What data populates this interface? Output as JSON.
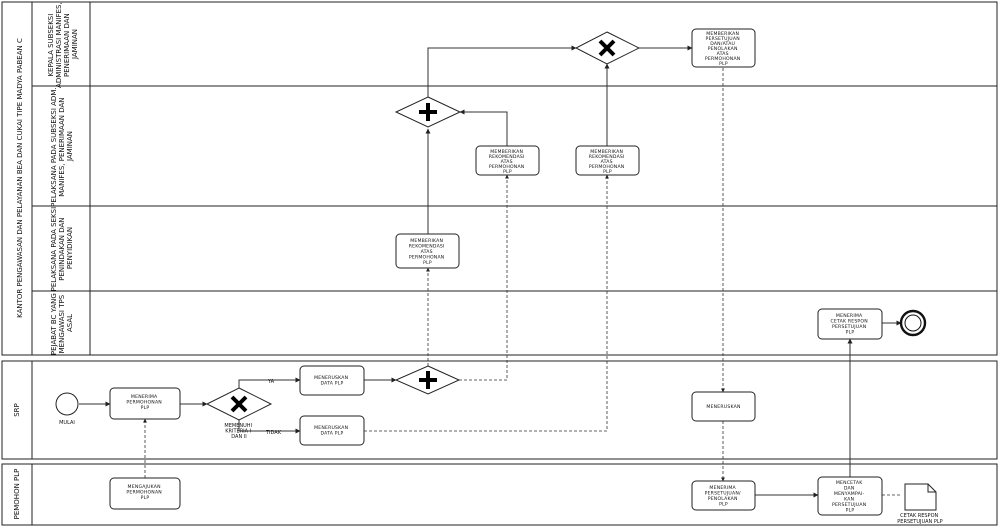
{
  "pools": {
    "kantor": "KANTOR PENGAWASAN DAN PELAYANAN BEA DAN CUKAI TIPE MADYA PABEAN C",
    "srp": "SRP",
    "pemohon": "PEMOHON PLP"
  },
  "lanes": {
    "kepala": [
      "KEPALA SUBSEKSI",
      "ADMINISTRASI MANIFES,",
      "PENERIMAAN DAN",
      "JAMINAN"
    ],
    "pelaksana_adm": [
      "PELAKSANA PADA SUBSEKSI ADM.",
      "MANIFES, PENERIMAAN DAN",
      "JAMINAN"
    ],
    "pelaksana_penindakan": [
      "PELAKSANA PADA SEKSI",
      "PENINDAKAN DAN",
      "PENYIDIKAN"
    ],
    "pejabat": [
      "PEJABAT BC YANG",
      "MENGAWASI TPS",
      "ASAL"
    ]
  },
  "tasks": {
    "kepala_beri": [
      "MEMBERIKAN",
      "PERSETUJUAN",
      "DAN/ATAU",
      "PENOLAKAN",
      "ATAS",
      "PERMOHONAN",
      "PLP"
    ],
    "adm_rek1": [
      "MEMBERIKAN",
      "REKOMENDASI",
      "ATAS",
      "PERMOHONAN",
      "PLP"
    ],
    "adm_rek2": [
      "MEMBERIKAN",
      "REKOMENDASI",
      "ATAS",
      "PERMOHONAN",
      "PLP"
    ],
    "penindakan_rek": [
      "MEMBERIKAN",
      "REKOMENDASI",
      "ATAS",
      "PERMOHONAN",
      "PLP"
    ],
    "pejabat_terima": [
      "MENERIMA",
      "CETAK RESPON",
      "PERSETUJUAN",
      "PLP"
    ],
    "srp_terima": [
      "MENERIMA",
      "PERMOHONAN",
      "PLP"
    ],
    "srp_teruskan_ya": [
      "MENERUSKAN",
      "DATA PLP"
    ],
    "srp_teruskan_tidak": [
      "MENERUSKAN",
      "DATA PLP"
    ],
    "srp_meneruskan": [
      "MENERUSKAN"
    ],
    "pemohon_ajukan": [
      "MENGAJUKAN",
      "PERMOHONAN",
      "PLP"
    ],
    "pemohon_terima": [
      "MENERIMA",
      "PERSETUJUAN/",
      "PENOLAKAN",
      "PLP"
    ],
    "pemohon_cetak": [
      "MENCETAK",
      "DAN",
      "MENYAMPAI-",
      "KAN",
      "PERSETUJUAN",
      "PLP"
    ]
  },
  "labels": {
    "start": "MULAI",
    "gateway_condition": [
      "MEMENUHI",
      "KRITERIA I",
      "DAN II"
    ],
    "ya": "YA",
    "tidak": "TIDAK",
    "document": [
      "CETAK RESPON",
      "PERSETUJUAN PLP"
    ]
  }
}
